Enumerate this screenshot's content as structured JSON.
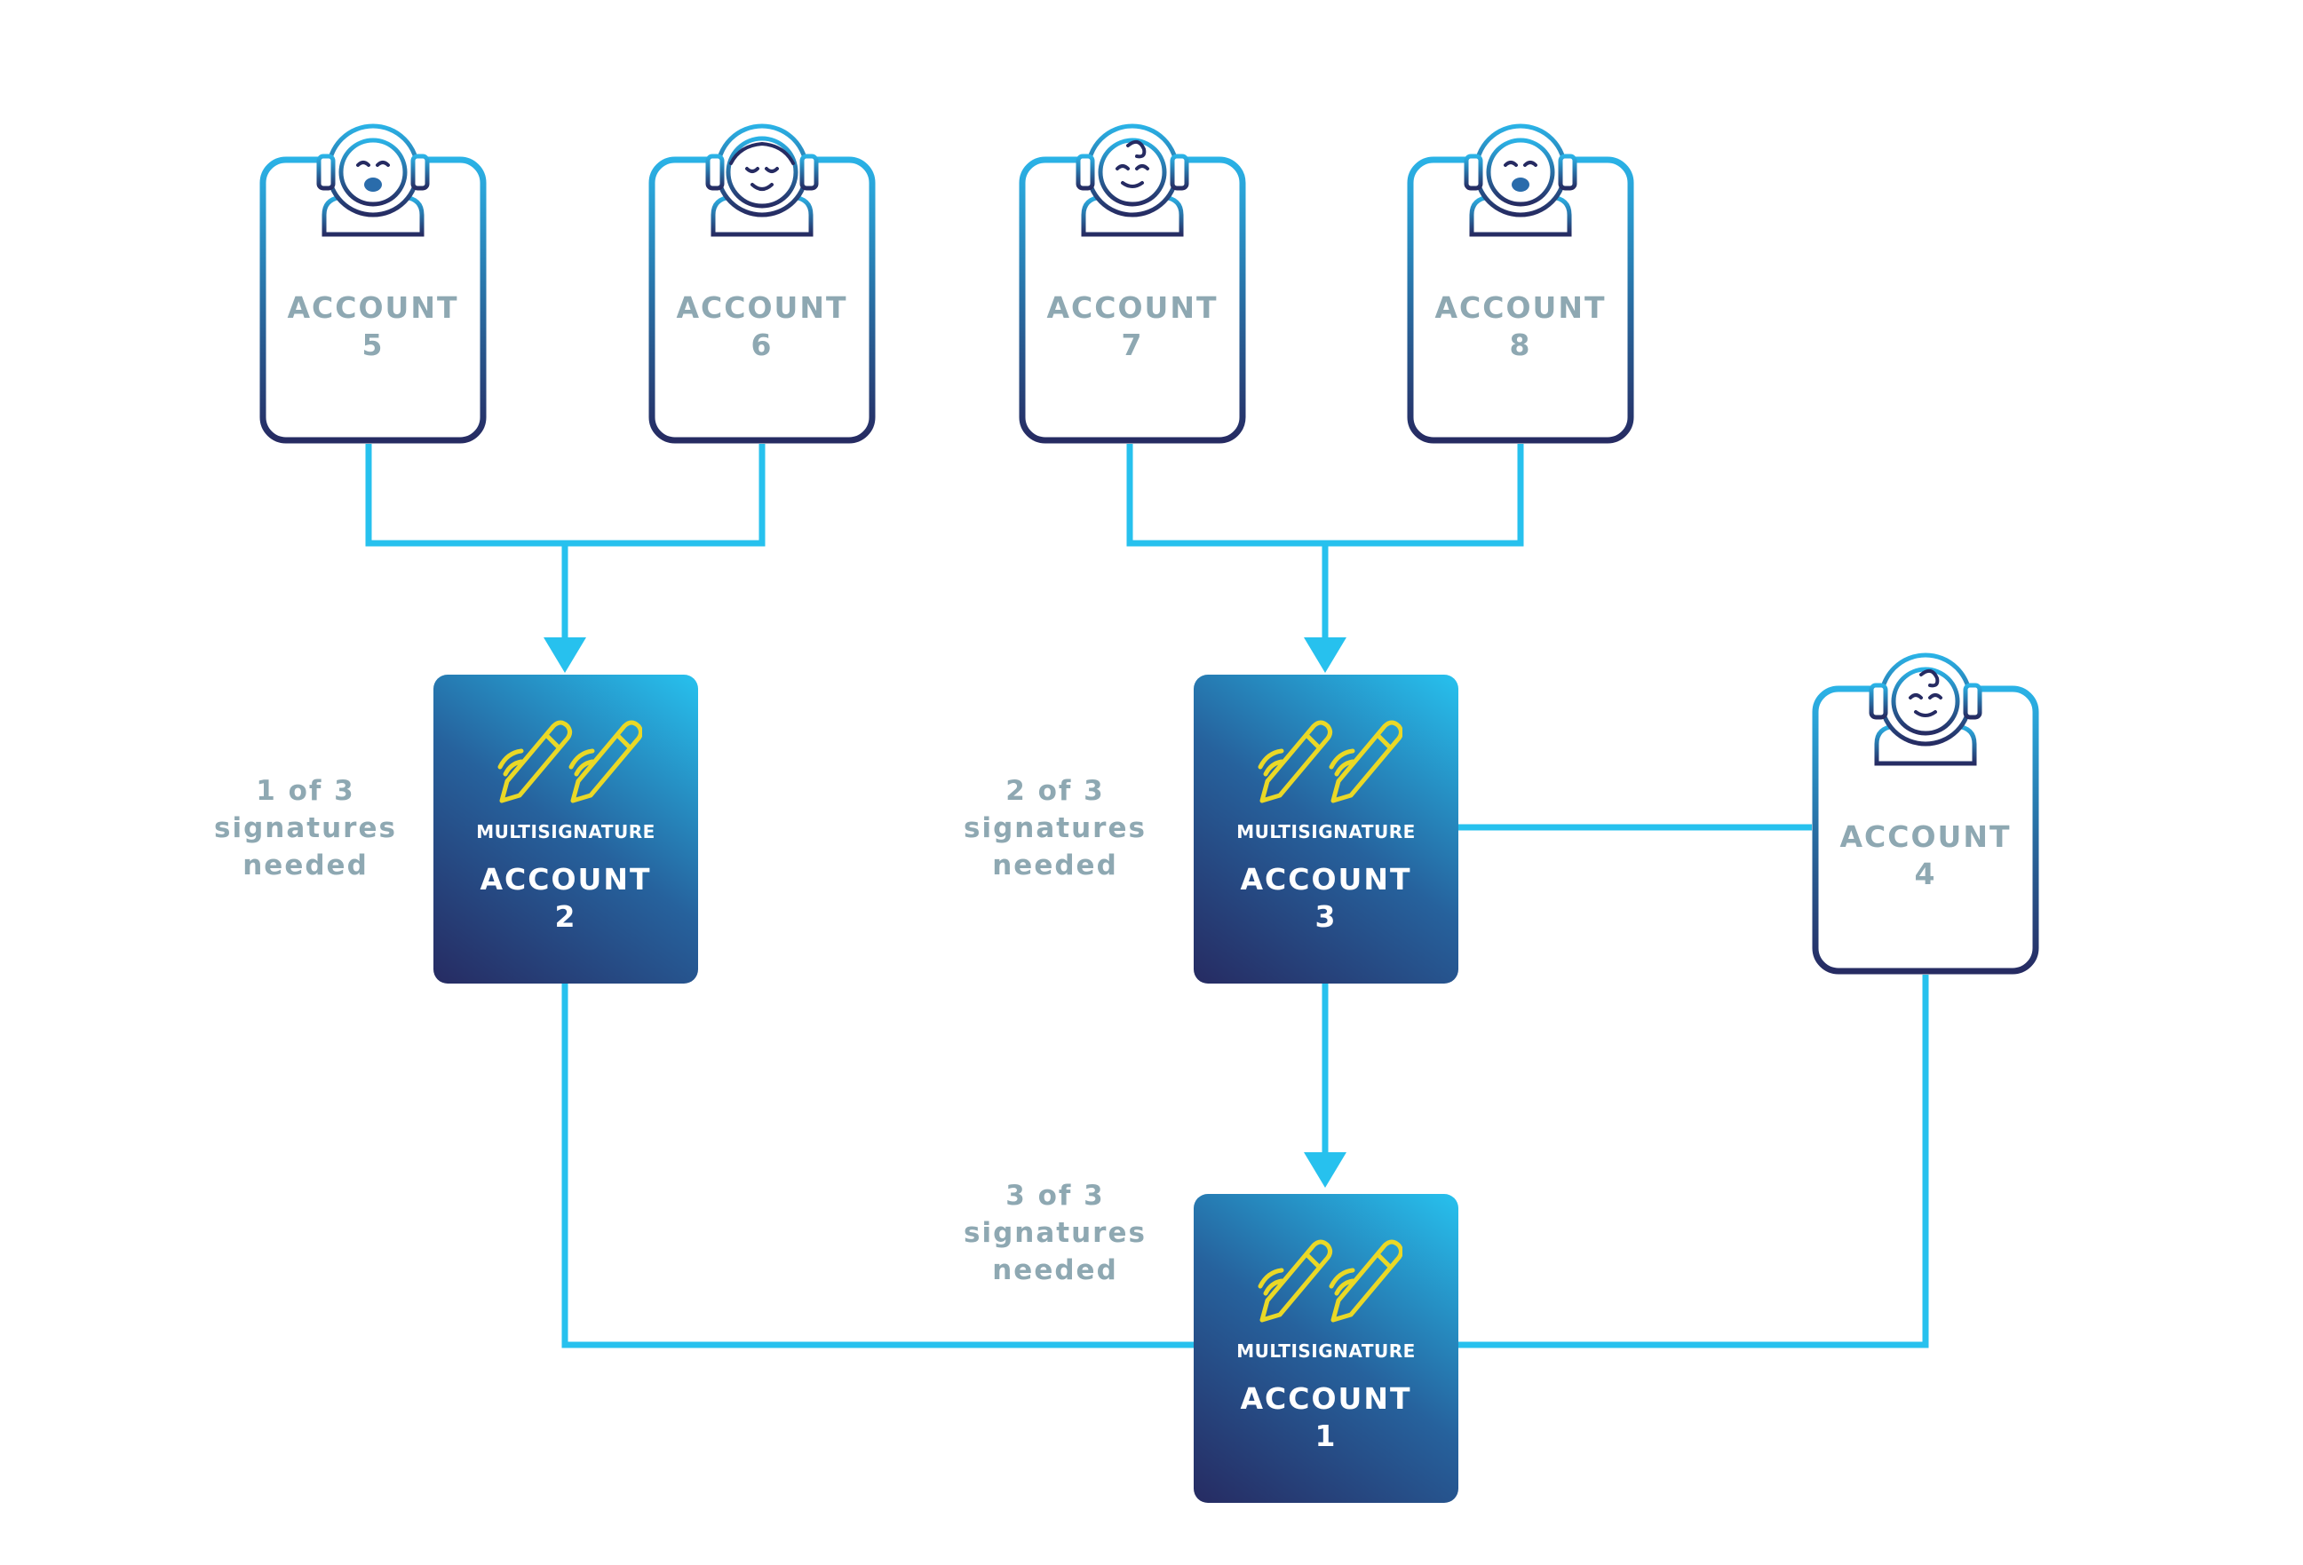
{
  "accounts": {
    "a5": {
      "line1": "ACCOUNT",
      "line2": "5"
    },
    "a6": {
      "line1": "ACCOUNT",
      "line2": "6"
    },
    "a7": {
      "line1": "ACCOUNT",
      "line2": "7"
    },
    "a8": {
      "line1": "ACCOUNT",
      "line2": "8"
    },
    "a4": {
      "line1": "ACCOUNT",
      "line2": "4"
    }
  },
  "multisig": {
    "m2": {
      "tag": "MULTISIGNATURE",
      "line1": "ACCOUNT",
      "line2": "2"
    },
    "m3": {
      "tag": "MULTISIGNATURE",
      "line1": "ACCOUNT",
      "line2": "3"
    },
    "m1": {
      "tag": "MULTISIGNATURE",
      "line1": "ACCOUNT",
      "line2": "1"
    }
  },
  "notes": {
    "n2": {
      "line1": "1 of 3",
      "line2": "signatures",
      "line3": "needed"
    },
    "n3": {
      "line1": "2 of 3",
      "line2": "signatures",
      "line3": "needed"
    },
    "n1": {
      "line1": "3 of 3",
      "line2": "signatures",
      "line3": "needed"
    }
  },
  "colors": {
    "connector": "#27c1ee",
    "account_border_top": "#2aa8dc",
    "account_border_bottom": "#262b62",
    "label_gray": "#8ea8b2",
    "pen_yellow": "#ead826",
    "multi_top": "#27c1ee",
    "multi_bottom": "#262b62"
  },
  "icons": {
    "account": "astronaut-icon",
    "multisig": "signing-pens-icon"
  }
}
